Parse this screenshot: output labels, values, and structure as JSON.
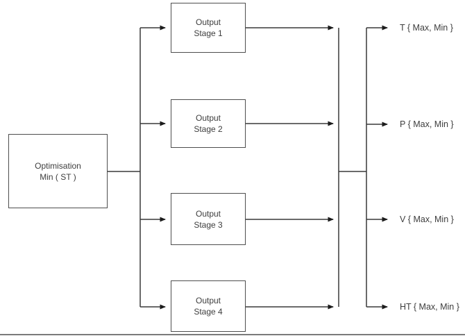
{
  "diagram": {
    "source_box": {
      "line1": "Optimisation",
      "line2": "Min ( ST )"
    },
    "stage_boxes": [
      {
        "line1": "Output",
        "line2": "Stage 1"
      },
      {
        "line1": "Output",
        "line2": "Stage 2"
      },
      {
        "line1": "Output",
        "line2": "Stage 3"
      },
      {
        "line1": "Output",
        "line2": "Stage 4"
      }
    ],
    "output_labels": [
      {
        "label": "T { Max, Min }"
      },
      {
        "label": "P { Max, Min }"
      },
      {
        "label": "V { Max, Min }"
      },
      {
        "label": "HT { Max, Min }"
      }
    ],
    "colors": {
      "background": "#ffffff",
      "line": "#383838",
      "box_border": "#4d4d4d",
      "text": "#3d3d3d",
      "bottom_rule": "#7a7a7a"
    }
  }
}
